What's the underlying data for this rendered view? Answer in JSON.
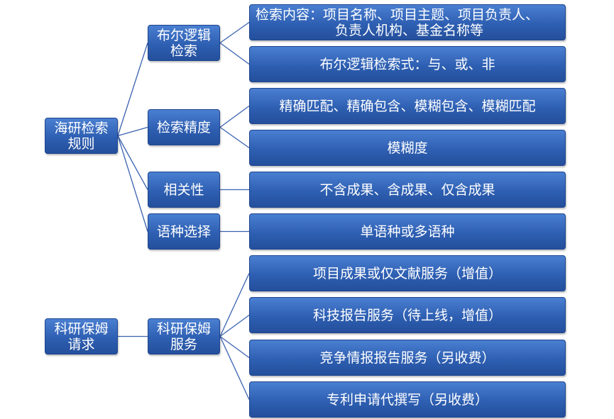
{
  "roots": [
    {
      "id": "r1",
      "line1": "海研检索",
      "line2": "规则"
    },
    {
      "id": "r2",
      "line1": "科研保姆",
      "line2": "请求"
    }
  ],
  "branches": [
    {
      "id": "b1",
      "line1": "布尔逻辑",
      "line2": "检索"
    },
    {
      "id": "b2",
      "line1": "检索精度",
      "line2": ""
    },
    {
      "id": "b3",
      "line1": "相关性",
      "line2": ""
    },
    {
      "id": "b4",
      "line1": "语种选择",
      "line2": ""
    },
    {
      "id": "b5",
      "line1": "科研保姆",
      "line2": "服务"
    }
  ],
  "leaves": [
    {
      "id": "l1",
      "line1": "检索内容：项目名称、项目主题、项目负责人、",
      "line2": "负责人机构、基金名称等"
    },
    {
      "id": "l2",
      "line1": "布尔逻辑检索式：与、或、非",
      "line2": ""
    },
    {
      "id": "l3",
      "line1": "精确匹配、精确包含、模糊包含、模糊匹配",
      "line2": ""
    },
    {
      "id": "l4",
      "line1": "模糊度",
      "line2": ""
    },
    {
      "id": "l5",
      "line1": "不含成果、含成果、仅含成果",
      "line2": ""
    },
    {
      "id": "l6",
      "line1": "单语种或多语种",
      "line2": ""
    },
    {
      "id": "l7",
      "line1": "项目成果或仅文献服务（增值）",
      "line2": ""
    },
    {
      "id": "l8",
      "line1": "科技报告服务（待上线，增值）",
      "line2": ""
    },
    {
      "id": "l9",
      "line1": "竞争情报报告服务（另收费）",
      "line2": ""
    },
    {
      "id": "l10",
      "line1": "专利申请代撰写（另收费）",
      "line2": ""
    }
  ],
  "colors": {
    "node_fill": "#2e5fb2",
    "node_border": "#1f4690",
    "connector": "#3a62b0",
    "text": "#ffffff"
  }
}
